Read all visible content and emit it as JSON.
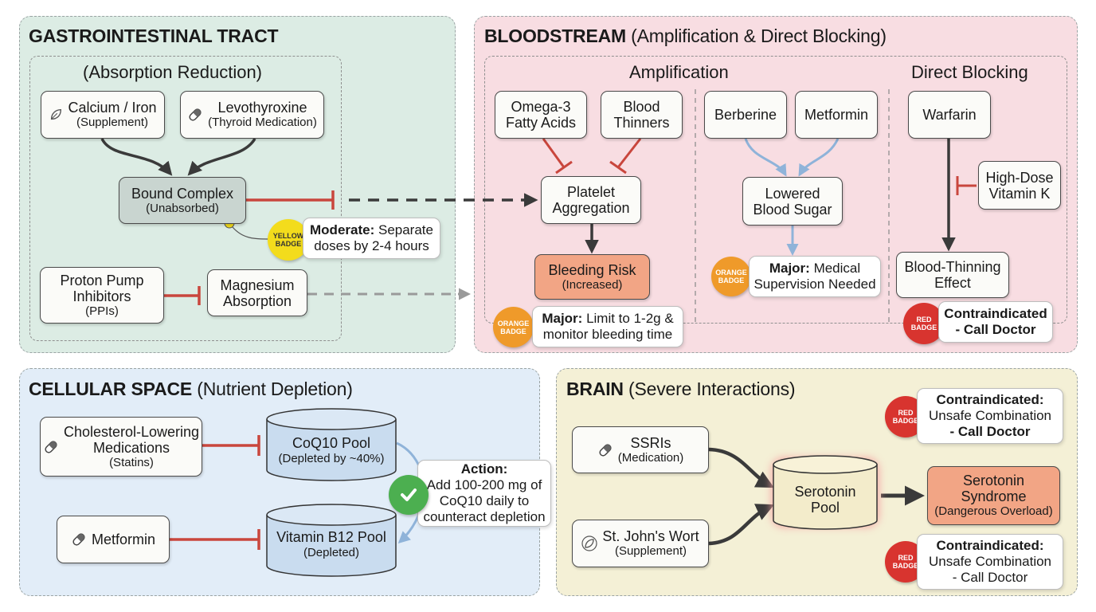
{
  "gi": {
    "title": "GASTROINTESTINAL TRACT",
    "sub_title": "(Absorption Reduction)",
    "calcium": {
      "label": "Calcium / Iron",
      "sub": "(Supplement)"
    },
    "levo": {
      "label": "Levothyroxine",
      "sub": "(Thyroid Medication)"
    },
    "bound": {
      "label": "Bound Complex",
      "sub": "(Unabsorbed)"
    },
    "yellow_badge": [
      "YELLOW",
      "BADGE"
    ],
    "moderate": {
      "bold": "Moderate:",
      "line1": "Separate",
      "line2": "doses by 2-4 hours"
    },
    "ppi": {
      "l1": "Proton Pump",
      "l2": "Inhibitors",
      "sub": "(PPIs)"
    },
    "mag": {
      "l1": "Magnesium",
      "l2": "Absorption"
    }
  },
  "blood": {
    "title": "BLOODSTREAM",
    "title_note": "(Amplification & Direct Blocking)",
    "amp_title": "Amplification",
    "block_title": "Direct Blocking",
    "omega": {
      "l1": "Omega-3",
      "l2": "Fatty Acids"
    },
    "thinners": {
      "l1": "Blood",
      "l2": "Thinners"
    },
    "platelet": {
      "l1": "Platelet",
      "l2": "Aggregation"
    },
    "bleeding": {
      "label": "Bleeding Risk",
      "sub": "(Increased)"
    },
    "orange_badge": [
      "ORANGE",
      "BADGE"
    ],
    "major_bleed": {
      "bold": "Major:",
      "line1": "Limit to 1-2g &",
      "line2": "monitor bleeding time"
    },
    "berberine": "Berberine",
    "metformin": "Metformin",
    "sugar": {
      "l1": "Lowered",
      "l2": "Blood Sugar"
    },
    "major_sugar": {
      "bold": "Major:",
      "line1": "Medical",
      "line2": "Supervision Needed"
    },
    "warfarin": "Warfarin",
    "vitk": {
      "l1": "High-Dose",
      "l2": "Vitamin K"
    },
    "thinning": {
      "l1": "Blood-Thinning",
      "l2": "Effect"
    },
    "red_badge": [
      "RED",
      "BADGE"
    ],
    "contra": {
      "l1": "Contraindicated",
      "l2": "- Call Doctor"
    }
  },
  "cell": {
    "title": "CELLULAR SPACE",
    "title_note": "(Nutrient Depletion)",
    "statins": {
      "l1": "Cholesterol-Lowering",
      "l2": "Medications",
      "sub": "(Statins)"
    },
    "metformin": "Metformin",
    "coq10": {
      "label": "CoQ10 Pool",
      "sub": "(Depleted by ~40%)"
    },
    "b12": {
      "label": "Vitamin B12 Pool",
      "sub": "(Depleted)"
    },
    "action": {
      "bold": "Action:",
      "l1": "Add 100-200 mg of",
      "l2": "CoQ10 daily to",
      "l3": "counteract depletion"
    }
  },
  "brain": {
    "title": "BRAIN",
    "title_note": "(Severe Interactions)",
    "ssri": {
      "label": "SSRIs",
      "sub": "(Medication)"
    },
    "wort": {
      "label": "St. John's Wort",
      "sub": "(Supplement)"
    },
    "pool": {
      "l1": "Serotonin",
      "l2": "Pool"
    },
    "syndrome": {
      "l1": "Serotonin",
      "l2": "Syndrome",
      "sub": "(Dangerous Overload)"
    },
    "red_badge": [
      "RED",
      "BADGE"
    ],
    "contra_top": {
      "bold": "Contraindicated:",
      "l1": "Unsafe Combination",
      "l2": "- Call Doctor"
    },
    "contra_bottom": {
      "bold": "Contraindicated:",
      "l1": "Unsafe Combination",
      "l2": "- Call Doctor"
    }
  },
  "colors": {
    "gi_bg": "#dcece4",
    "blood_bg": "#f8dde2",
    "cell_bg": "#e2edf8",
    "brain_bg": "#f4f0d6",
    "inhibit": "#c9463d",
    "arrow": "#3a3a3a",
    "blue_arrow": "#8fb3d9",
    "yellow": "#f3dc1c",
    "orange": "#ef9a2a",
    "red": "#d8342f",
    "green": "#4caf50",
    "bleeding_fill": "#f2a585",
    "syndrome_fill": "#f2a585",
    "bound_fill": "#c9d5d0",
    "cyl_fill": "#c9dcef",
    "pool_fill": "#f3eccb"
  }
}
